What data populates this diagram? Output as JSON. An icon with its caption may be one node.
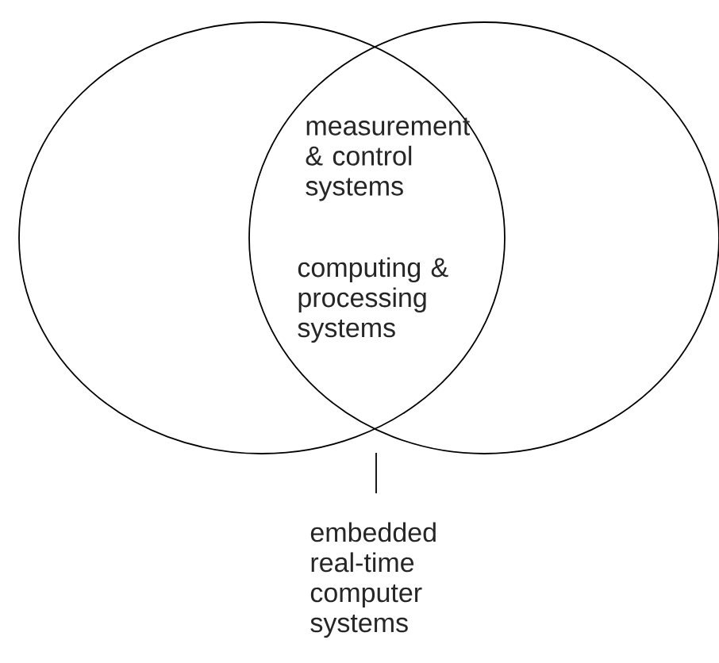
{
  "diagram": {
    "nodes": [
      {
        "text": [],
        "shape": "ellipse"
      },
      {
        "text": [],
        "shape": "ellipse"
      },
      {
        "text": [
          "embedded real-time computer systems"
        ]
      }
    ],
    "edges": [
      {
        "from": 2,
        "to": 1,
        "arrow": "none"
      }
    ],
    "labels": [
      "measurement & control systems",
      "computing & processing systems"
    ]
  }
}
